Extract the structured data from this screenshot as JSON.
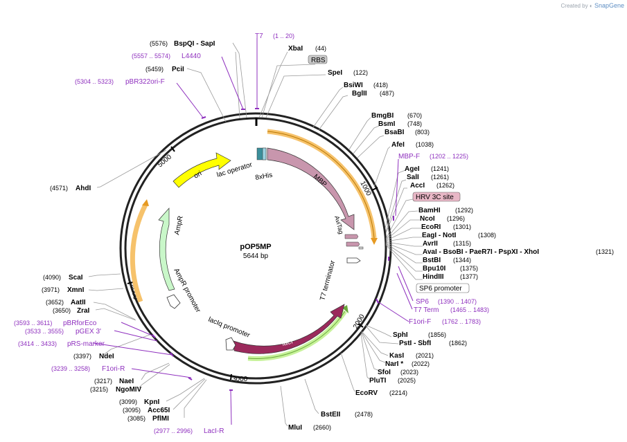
{
  "brand": {
    "created_by": "Created by",
    "app": "SnapGene"
  },
  "plasmid": {
    "name": "pOP5MP",
    "size": "5644 bp"
  },
  "ticks": [
    {
      "label": "1000"
    },
    {
      "label": "2000"
    },
    {
      "label": "3000"
    },
    {
      "label": "4000"
    },
    {
      "label": "5000"
    }
  ],
  "features": {
    "mbp": "MBP",
    "lac_operator": "lac operator",
    "his": "8xHis",
    "avitag": "AviTag",
    "t7_terminator": "T7 terminator",
    "laci": "lacI",
    "laciq_promoter": "lacIq promoter",
    "ampr_promoter": "AmpR promoter",
    "ampr": "AmpR",
    "ori": "ori"
  },
  "sites_right": [
    {
      "name": "XbaI",
      "pos": "(44)"
    },
    {
      "name": "RBS",
      "pos": ""
    },
    {
      "name": "SpeI",
      "pos": "(122)"
    },
    {
      "name": "BsiWI",
      "pos": "(418)"
    },
    {
      "name": "BglII",
      "pos": "(487)"
    },
    {
      "name": "BmgBI",
      "pos": "(670)"
    },
    {
      "name": "BsmI",
      "pos": "(748)"
    },
    {
      "name": "BsaBI",
      "pos": "(803)"
    },
    {
      "name": "AfeI",
      "pos": "(1038)"
    },
    {
      "name": "MBP-F",
      "pos": "(1202 .. 1225)"
    },
    {
      "name": "AgeI",
      "pos": "(1241)"
    },
    {
      "name": "SalI",
      "pos": "(1261)"
    },
    {
      "name": "AccI",
      "pos": "(1262)"
    },
    {
      "name": "HRV 3C site",
      "pos": ""
    },
    {
      "name": "BamHI",
      "pos": "(1292)"
    },
    {
      "name": "NcoI",
      "pos": "(1296)"
    },
    {
      "name": "EcoRI",
      "pos": "(1301)"
    },
    {
      "name": "EagI - NotI",
      "pos": "(1308)"
    },
    {
      "name": "AvrII",
      "pos": "(1315)"
    },
    {
      "name": "AvaI - BsoBI - PaeR7I - PspXI - XhoI",
      "pos": "(1321)"
    },
    {
      "name": "BstBI",
      "pos": "(1344)"
    },
    {
      "name": "Bpu10I",
      "pos": "(1375)"
    },
    {
      "name": "HindIII",
      "pos": "(1377)"
    },
    {
      "name": "SP6 promoter",
      "pos": ""
    },
    {
      "name": "SP6",
      "pos": "(1390 .. 1407)"
    },
    {
      "name": "T7 Term",
      "pos": "(1465 .. 1483)"
    },
    {
      "name": "F1ori-F",
      "pos": "(1762 .. 1783)"
    },
    {
      "name": "SphI",
      "pos": "(1856)"
    },
    {
      "name": "PstI - SbfI",
      "pos": "(1862)"
    },
    {
      "name": "KasI",
      "pos": "(2021)"
    },
    {
      "name": "NarI *",
      "pos": "(2022)"
    },
    {
      "name": "SfoI",
      "pos": "(2023)"
    },
    {
      "name": "PluTI",
      "pos": "(2025)"
    },
    {
      "name": "EcoRV",
      "pos": "(2214)"
    },
    {
      "name": "BstEII",
      "pos": "(2478)"
    },
    {
      "name": "MluI",
      "pos": "(2660)"
    }
  ],
  "sites_left": [
    {
      "name": "BspQI - SapI",
      "pos": "(5576)"
    },
    {
      "name": "T7",
      "pos": "(1 .. 20)"
    },
    {
      "name": "L4440",
      "pos": "(5557 .. 5574)"
    },
    {
      "name": "PciI",
      "pos": "(5459)"
    },
    {
      "name": "pBR322ori-F",
      "pos": "(5304 .. 5323)"
    },
    {
      "name": "AhdI",
      "pos": "(4571)"
    },
    {
      "name": "ScaI",
      "pos": "(4090)"
    },
    {
      "name": "XmnI",
      "pos": "(3971)"
    },
    {
      "name": "AatII",
      "pos": "(3652)"
    },
    {
      "name": "ZraI",
      "pos": "(3650)"
    },
    {
      "name": "pBRforEco",
      "pos": "(3593 .. 3611)"
    },
    {
      "name": "pGEX 3'",
      "pos": "(3533 .. 3555)"
    },
    {
      "name": "pRS-marker",
      "pos": "(3414 .. 3433)"
    },
    {
      "name": "NdeI",
      "pos": "(3397)"
    },
    {
      "name": "F1ori-R",
      "pos": "(3239 .. 3258)"
    },
    {
      "name": "NaeI",
      "pos": "(3217)"
    },
    {
      "name": "NgoMIV",
      "pos": "(3215)"
    },
    {
      "name": "KpnI",
      "pos": "(3099)"
    },
    {
      "name": "Acc65I",
      "pos": "(3095)"
    },
    {
      "name": "PflMI",
      "pos": "(3085)"
    },
    {
      "name": "LacI-R",
      "pos": "(2977 .. 2996)"
    }
  ]
}
